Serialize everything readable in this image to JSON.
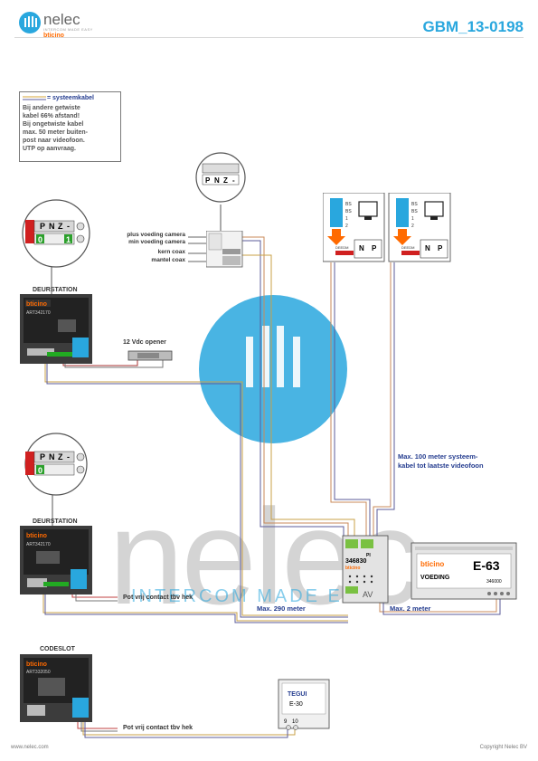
{
  "header": {
    "logo_name": "nelec",
    "logo_tagline": "INTERCOM MADE EASY",
    "logo_brand": "bticino",
    "doc_code": "GBM_13-0198"
  },
  "legend": {
    "title": "= systeemkabel",
    "lines": [
      "Bij andere getwiste",
      "kabel 66% afstand!",
      "Bij ongetwiste kabel",
      "max. 50 meter buiten-",
      "post naar videofoon.",
      "UTP op aanvraag."
    ]
  },
  "camera_module": {
    "terminal_labels": [
      "P",
      "N",
      "Z",
      "-"
    ],
    "wire_labels": [
      "plus voeding camera",
      "min voeding camera",
      "kern coax",
      "mantel coax"
    ]
  },
  "door_station_1": {
    "title": "DEURSTATION",
    "brand": "bticino",
    "article": "ART342170",
    "zoom_terminals": [
      "P",
      "N",
      "Z",
      "-"
    ],
    "zoom_switch": [
      "0",
      "1"
    ]
  },
  "door_opener": {
    "label": "12 Vdc opener"
  },
  "door_station_2": {
    "title": "DEURSTATION",
    "brand": "bticino",
    "article": "ART342170",
    "zoom_terminals": [
      "P",
      "N",
      "Z",
      "-"
    ],
    "zoom_switch": [
      "0"
    ]
  },
  "codeslot": {
    "title": "CODESLOT",
    "brand": "bticino",
    "article": "ART332050"
  },
  "videophones": {
    "units": [
      {
        "terminals": [
          "BS",
          "BS",
          "1",
          "2"
        ],
        "label": "DEEDM",
        "np": [
          "N",
          "P"
        ]
      },
      {
        "terminals": [
          "BS",
          "BS",
          "1",
          "2"
        ],
        "label": "DEEDM",
        "np": [
          "N",
          "P"
        ]
      }
    ]
  },
  "av_module": {
    "code": "346830",
    "brand": "bticino",
    "tag": "PI",
    "sub": "AV"
  },
  "power_supply": {
    "brand": "bticino",
    "model": "E-63",
    "label": "VOEDING",
    "article": "346000"
  },
  "tegui": {
    "brand": "TEGUI",
    "model": "E-30",
    "terminals": [
      "9",
      "10"
    ]
  },
  "annotations": {
    "max100": [
      "Max. 100 meter systeem-",
      "kabel tot laatste videofoon"
    ],
    "max290": "Max. 290 meter",
    "max2": "Max. 2 meter",
    "pot1": "Pot vrij contact tbv hek",
    "pot2": "Pot vrij contact tbv hek"
  },
  "watermark": {
    "word": "nelec",
    "tagline": "INTERCOM MADE EASY"
  },
  "footer": {
    "left": "www.nelec.com",
    "right": "Copyright Nelec BV"
  }
}
